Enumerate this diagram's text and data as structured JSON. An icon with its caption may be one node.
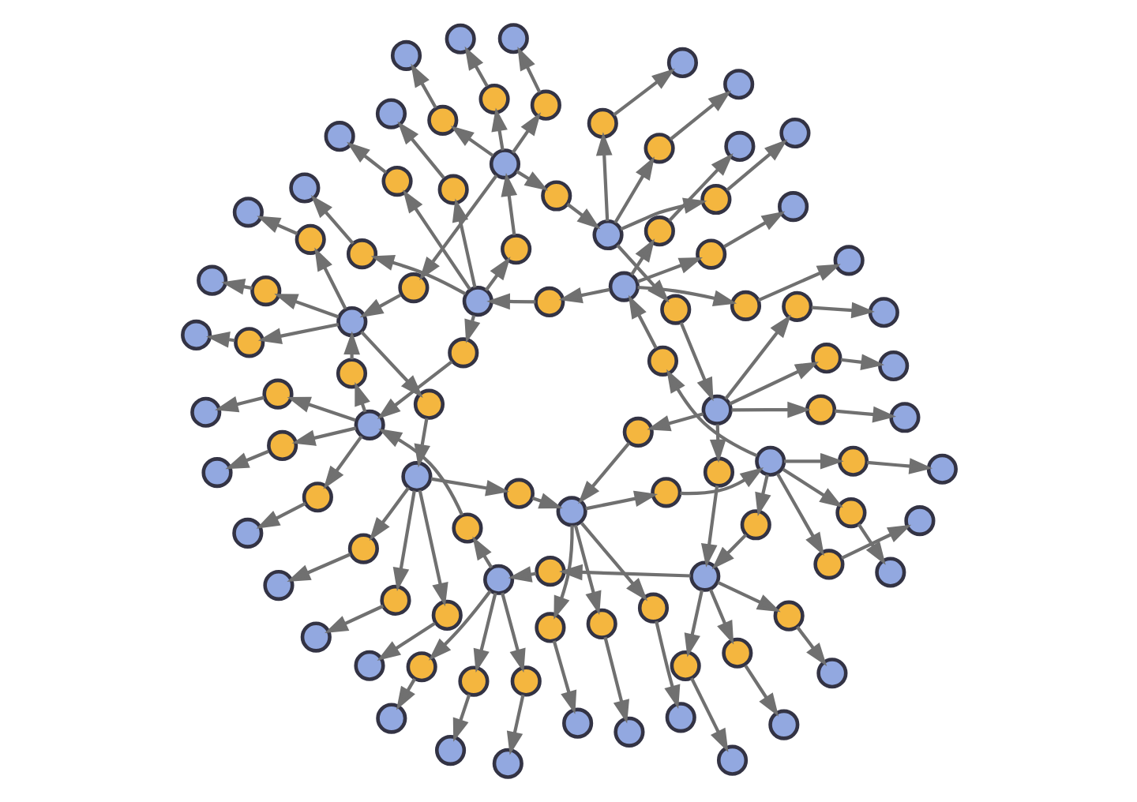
{
  "diagram": {
    "nodes": [
      {
        "text": [],
        "shape": "circle"
      },
      {
        "text": [],
        "shape": "circle"
      },
      {
        "text": [],
        "shape": "circle"
      },
      {
        "text": [],
        "shape": "circle"
      },
      {
        "text": [],
        "shape": "circle"
      },
      {
        "text": [],
        "shape": "circle"
      },
      {
        "text": [],
        "shape": "circle"
      },
      {
        "text": [],
        "shape": "circle"
      },
      {
        "text": [],
        "shape": "circle"
      },
      {
        "text": [],
        "shape": "circle"
      },
      {
        "text": [],
        "shape": "circle"
      },
      {
        "text": [],
        "shape": "circle"
      },
      {
        "text": [],
        "shape": "circle"
      },
      {
        "text": [],
        "shape": "circle"
      },
      {
        "text": [],
        "shape": "circle"
      },
      {
        "text": [],
        "shape": "circle"
      },
      {
        "text": [],
        "shape": "circle"
      },
      {
        "text": [],
        "shape": "circle"
      },
      {
        "text": [],
        "shape": "circle"
      },
      {
        "text": [],
        "shape": "circle"
      },
      {
        "text": [],
        "shape": "circle"
      },
      {
        "text": [],
        "shape": "circle"
      },
      {
        "text": [],
        "shape": "circle"
      },
      {
        "text": [],
        "shape": "circle"
      },
      {
        "text": [],
        "shape": "circle"
      },
      {
        "text": [],
        "shape": "circle"
      },
      {
        "text": [],
        "shape": "circle"
      },
      {
        "text": [],
        "shape": "circle"
      },
      {
        "text": [],
        "shape": "circle"
      },
      {
        "text": [],
        "shape": "circle"
      },
      {
        "text": [],
        "shape": "circle"
      },
      {
        "text": [],
        "shape": "circle"
      },
      {
        "text": [],
        "shape": "circle"
      },
      {
        "text": [],
        "shape": "circle"
      },
      {
        "text": [],
        "shape": "circle"
      },
      {
        "text": [],
        "shape": "circle"
      },
      {
        "text": [],
        "shape": "circle"
      },
      {
        "text": [],
        "shape": "circle"
      },
      {
        "text": [],
        "shape": "circle"
      },
      {
        "text": [],
        "shape": "circle"
      },
      {
        "text": [],
        "shape": "circle"
      },
      {
        "text": [],
        "shape": "circle"
      },
      {
        "text": [],
        "shape": "circle"
      },
      {
        "text": [],
        "shape": "circle"
      },
      {
        "text": [],
        "shape": "circle"
      },
      {
        "text": [],
        "shape": "circle"
      },
      {
        "text": [],
        "shape": "circle"
      },
      {
        "text": [],
        "shape": "circle"
      },
      {
        "text": [],
        "shape": "circle"
      },
      {
        "text": [],
        "shape": "circle"
      },
      {
        "text": [],
        "shape": "circle"
      },
      {
        "text": [],
        "shape": "circle"
      },
      {
        "text": [],
        "shape": "circle"
      },
      {
        "text": [],
        "shape": "circle"
      },
      {
        "text": [],
        "shape": "circle"
      },
      {
        "text": [],
        "shape": "circle"
      },
      {
        "text": [],
        "shape": "circle"
      },
      {
        "text": [],
        "shape": "circle"
      },
      {
        "text": [],
        "shape": "circle"
      },
      {
        "text": [],
        "shape": "circle"
      },
      {
        "text": [],
        "shape": "circle"
      },
      {
        "text": [],
        "shape": "circle"
      },
      {
        "text": [],
        "shape": "circle"
      },
      {
        "text": [],
        "shape": "circle"
      },
      {
        "text": [],
        "shape": "circle"
      },
      {
        "text": [],
        "shape": "circle"
      },
      {
        "text": [],
        "shape": "circle"
      },
      {
        "text": [],
        "shape": "circle"
      },
      {
        "text": [],
        "shape": "circle"
      },
      {
        "text": [],
        "shape": "circle"
      },
      {
        "text": [],
        "shape": "circle"
      },
      {
        "text": [],
        "shape": "circle"
      },
      {
        "text": [],
        "shape": "circle"
      },
      {
        "text": [],
        "shape": "circle"
      },
      {
        "text": [],
        "shape": "circle"
      },
      {
        "text": [],
        "shape": "circle"
      },
      {
        "text": [],
        "shape": "circle"
      },
      {
        "text": [],
        "shape": "circle"
      },
      {
        "text": [],
        "shape": "circle"
      },
      {
        "text": [],
        "shape": "circle"
      },
      {
        "text": [],
        "shape": "circle"
      },
      {
        "text": [],
        "shape": "circle"
      },
      {
        "text": [],
        "shape": "circle"
      },
      {
        "text": [],
        "shape": "circle"
      },
      {
        "text": [],
        "shape": "circle"
      },
      {
        "text": [],
        "shape": "circle"
      },
      {
        "text": [],
        "shape": "circle"
      },
      {
        "text": [],
        "shape": "circle"
      },
      {
        "text": [],
        "shape": "circle"
      },
      {
        "text": [],
        "shape": "circle"
      },
      {
        "text": [],
        "shape": "circle"
      },
      {
        "text": [],
        "shape": "circle"
      },
      {
        "text": [],
        "shape": "circle"
      },
      {
        "text": [],
        "shape": "circle"
      },
      {
        "text": [],
        "shape": "circle"
      },
      {
        "text": [],
        "shape": "circle"
      },
      {
        "text": [],
        "shape": "circle"
      },
      {
        "text": [],
        "shape": "circle"
      },
      {
        "text": [],
        "shape": "circle"
      },
      {
        "text": [],
        "shape": "circle"
      }
    ],
    "edges": [
      {
        "from": 0,
        "to": 48,
        "arrow": "to"
      },
      {
        "from": 48,
        "to": 12,
        "arrow": "to"
      },
      {
        "from": 0,
        "to": 49,
        "arrow": "to"
      },
      {
        "from": 49,
        "to": 13,
        "arrow": "to"
      },
      {
        "from": 0,
        "to": 50,
        "arrow": "to"
      },
      {
        "from": 50,
        "to": 14,
        "arrow": "to"
      },
      {
        "from": 1,
        "to": 51,
        "arrow": "to"
      },
      {
        "from": 51,
        "to": 15,
        "arrow": "to"
      },
      {
        "from": 1,
        "to": 52,
        "arrow": "to"
      },
      {
        "from": 52,
        "to": 16,
        "arrow": "to"
      },
      {
        "from": 1,
        "to": 53,
        "arrow": "to"
      },
      {
        "from": 53,
        "to": 17,
        "arrow": "to"
      },
      {
        "from": 2,
        "to": 54,
        "arrow": "to"
      },
      {
        "from": 54,
        "to": 18,
        "arrow": "to"
      },
      {
        "from": 2,
        "to": 55,
        "arrow": "to"
      },
      {
        "from": 55,
        "to": 19,
        "arrow": "to"
      },
      {
        "from": 2,
        "to": 56,
        "arrow": "to"
      },
      {
        "from": 56,
        "to": 20,
        "arrow": "to"
      },
      {
        "from": 3,
        "to": 57,
        "arrow": "to"
      },
      {
        "from": 57,
        "to": 21,
        "arrow": "to"
      },
      {
        "from": 3,
        "to": 58,
        "arrow": "to"
      },
      {
        "from": 58,
        "to": 22,
        "arrow": "to"
      },
      {
        "from": 3,
        "to": 59,
        "arrow": "to"
      },
      {
        "from": 59,
        "to": 23,
        "arrow": "to"
      },
      {
        "from": 4,
        "to": 60,
        "arrow": "to"
      },
      {
        "from": 60,
        "to": 24,
        "arrow": "to"
      },
      {
        "from": 4,
        "to": 61,
        "arrow": "to"
      },
      {
        "from": 61,
        "to": 25,
        "arrow": "to"
      },
      {
        "from": 4,
        "to": 62,
        "arrow": "to"
      },
      {
        "from": 62,
        "to": 26,
        "arrow": "to"
      },
      {
        "from": 5,
        "to": 63,
        "arrow": "to"
      },
      {
        "from": 63,
        "to": 27,
        "arrow": "to"
      },
      {
        "from": 5,
        "to": 64,
        "arrow": "to"
      },
      {
        "from": 64,
        "to": 28,
        "arrow": "to"
      },
      {
        "from": 5,
        "to": 65,
        "arrow": "to"
      },
      {
        "from": 65,
        "to": 29,
        "arrow": "to"
      },
      {
        "from": 6,
        "to": 66,
        "arrow": "to"
      },
      {
        "from": 66,
        "to": 30,
        "arrow": "to"
      },
      {
        "from": 6,
        "to": 67,
        "arrow": "to"
      },
      {
        "from": 67,
        "to": 31,
        "arrow": "to"
      },
      {
        "from": 6,
        "to": 68,
        "arrow": "to"
      },
      {
        "from": 68,
        "to": 32,
        "arrow": "to"
      },
      {
        "from": 7,
        "to": 69,
        "arrow": "to"
      },
      {
        "from": 69,
        "to": 33,
        "arrow": "to"
      },
      {
        "from": 7,
        "to": 70,
        "arrow": "to"
      },
      {
        "from": 70,
        "to": 34,
        "arrow": "to"
      },
      {
        "from": 7,
        "to": 71,
        "arrow": "to"
      },
      {
        "from": 71,
        "to": 35,
        "arrow": "to"
      },
      {
        "from": 8,
        "to": 72,
        "arrow": "to"
      },
      {
        "from": 72,
        "to": 36,
        "arrow": "to"
      },
      {
        "from": 8,
        "to": 73,
        "arrow": "to"
      },
      {
        "from": 73,
        "to": 37,
        "arrow": "to"
      },
      {
        "from": 8,
        "to": 74,
        "arrow": "to"
      },
      {
        "from": 74,
        "to": 38,
        "arrow": "to"
      },
      {
        "from": 9,
        "to": 75,
        "arrow": "to"
      },
      {
        "from": 75,
        "to": 39,
        "arrow": "to"
      },
      {
        "from": 9,
        "to": 76,
        "arrow": "to"
      },
      {
        "from": 76,
        "to": 40,
        "arrow": "to"
      },
      {
        "from": 9,
        "to": 77,
        "arrow": "to"
      },
      {
        "from": 77,
        "to": 41,
        "arrow": "to"
      },
      {
        "from": 10,
        "to": 78,
        "arrow": "to"
      },
      {
        "from": 78,
        "to": 42,
        "arrow": "to"
      },
      {
        "from": 10,
        "to": 79,
        "arrow": "to"
      },
      {
        "from": 79,
        "to": 43,
        "arrow": "to"
      },
      {
        "from": 10,
        "to": 80,
        "arrow": "to"
      },
      {
        "from": 80,
        "to": 44,
        "arrow": "to"
      },
      {
        "from": 11,
        "to": 81,
        "arrow": "to"
      },
      {
        "from": 81,
        "to": 45,
        "arrow": "to"
      },
      {
        "from": 11,
        "to": 82,
        "arrow": "to"
      },
      {
        "from": 82,
        "to": 46,
        "arrow": "to"
      },
      {
        "from": 11,
        "to": 83,
        "arrow": "to"
      },
      {
        "from": 83,
        "to": 47,
        "arrow": "to"
      },
      {
        "from": 0,
        "to": 84,
        "arrow": "to"
      },
      {
        "from": 84,
        "to": 1,
        "arrow": "to"
      },
      {
        "from": 1,
        "to": 85,
        "arrow": "to"
      },
      {
        "from": 85,
        "to": 2,
        "arrow": "to"
      },
      {
        "from": 2,
        "to": 86,
        "arrow": "to"
      },
      {
        "from": 86,
        "to": 3,
        "arrow": "to"
      },
      {
        "from": 3,
        "to": 87,
        "arrow": "to"
      },
      {
        "from": 87,
        "to": 4,
        "arrow": "to"
      },
      {
        "from": 4,
        "to": 88,
        "arrow": "to"
      },
      {
        "from": 88,
        "to": 5,
        "arrow": "to"
      },
      {
        "from": 5,
        "to": 89,
        "arrow": "to"
      },
      {
        "from": 89,
        "to": 6,
        "arrow": "to"
      },
      {
        "from": 6,
        "to": 90,
        "arrow": "to"
      },
      {
        "from": 90,
        "to": 7,
        "arrow": "to"
      },
      {
        "from": 7,
        "to": 91,
        "arrow": "to"
      },
      {
        "from": 91,
        "to": 8,
        "arrow": "to"
      },
      {
        "from": 8,
        "to": 92,
        "arrow": "to"
      },
      {
        "from": 92,
        "to": 9,
        "arrow": "to"
      },
      {
        "from": 9,
        "to": 93,
        "arrow": "to"
      },
      {
        "from": 93,
        "to": 10,
        "arrow": "to"
      },
      {
        "from": 10,
        "to": 94,
        "arrow": "to"
      },
      {
        "from": 94,
        "to": 11,
        "arrow": "to"
      },
      {
        "from": 11,
        "to": 95,
        "arrow": "to"
      },
      {
        "from": 95,
        "to": 0,
        "arrow": "to"
      },
      {
        "from": 0,
        "to": 96,
        "arrow": "to"
      },
      {
        "from": 96,
        "to": 6,
        "arrow": "to"
      },
      {
        "from": 3,
        "to": 97,
        "arrow": "to"
      },
      {
        "from": 97,
        "to": 9,
        "arrow": "to"
      },
      {
        "from": 2,
        "to": 98,
        "arrow": "to"
      },
      {
        "from": 98,
        "to": 8,
        "arrow": "to"
      },
      {
        "from": 5,
        "to": 99,
        "arrow": "to"
      },
      {
        "from": 99,
        "to": 11,
        "arrow": "to"
      }
    ]
  }
}
